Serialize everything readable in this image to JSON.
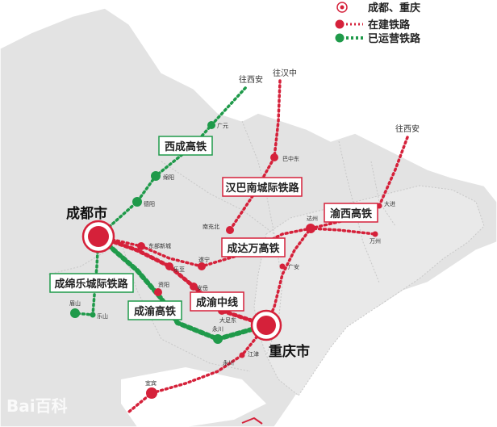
{
  "legend": {
    "cities_label": "成都、重庆",
    "construction_label": "在建铁路",
    "operating_label": "已运营铁路"
  },
  "colors": {
    "land": "#e3e3e3",
    "border": "#c7c7c7",
    "construction": "#d5213a",
    "operating": "#1f9a4a",
    "sea": "#ffffff"
  },
  "cities": {
    "chengdu": "成都市",
    "chongqing": "重庆市"
  },
  "direction_labels": {
    "xian_left": "往西安",
    "hanzhong": "往汉中",
    "xian_right": "往西安"
  },
  "line_labels": {
    "xicheng": "西成高铁",
    "hanbanan": "汉巴南城际铁路",
    "yuxi": "渝西高铁",
    "chengdawan": "成达万高铁",
    "chengmianle": "成绵乐城际铁路",
    "chengyu": "成渝高铁",
    "chengyuzhong": "成渝中线"
  },
  "stations": {
    "guangyuan": "广元",
    "mianyang": "绵阳",
    "deyang": "德阳",
    "bazhong": "巴中东",
    "nanchong": "南充北",
    "dazhou": "达州",
    "dajin": "大进",
    "wanzhou": "万州",
    "guangan": "广安",
    "dongbu": "东部新城",
    "suining": "遂宁",
    "lezhi": "乐至",
    "anyue": "安岳",
    "ziyang": "资阳",
    "dazu": "大足东",
    "yongchuan": "永川",
    "jiangjin": "江津",
    "yongchuan2": "永川",
    "meishan": "眉山",
    "leshan": "乐山",
    "yibin": "宜宾"
  },
  "watermark": "Bai百科"
}
